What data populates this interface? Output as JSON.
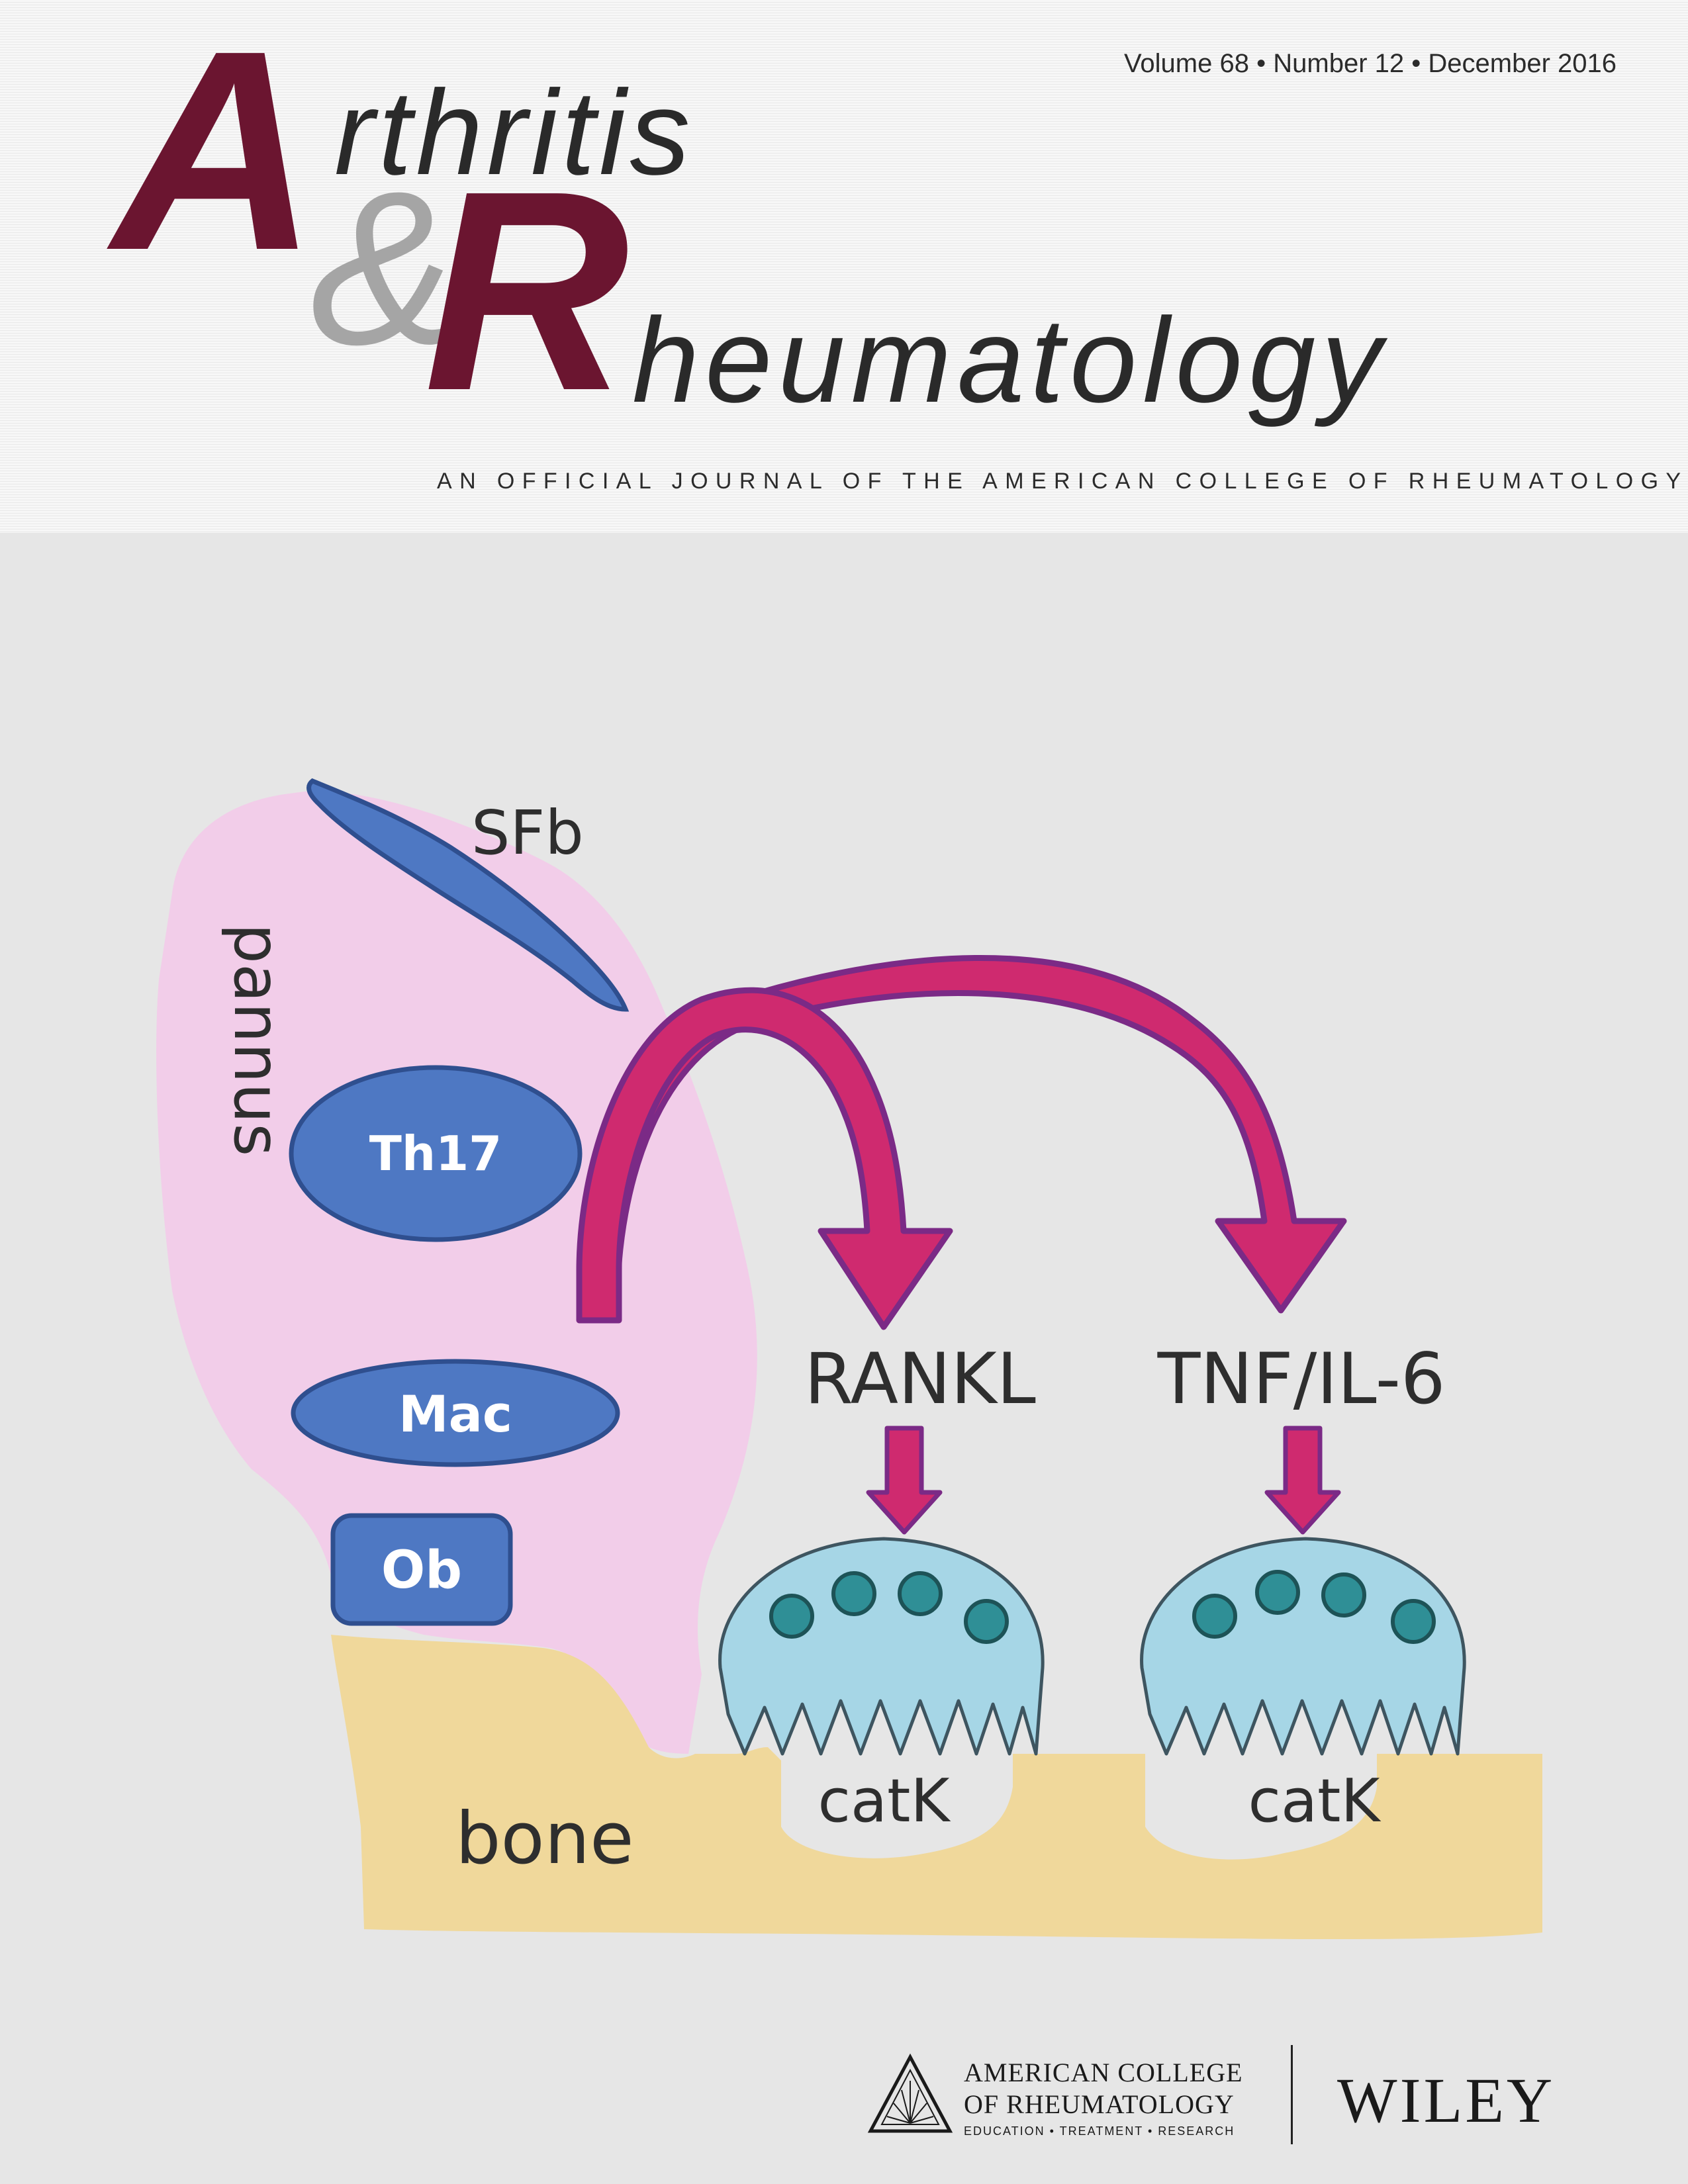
{
  "issue": {
    "volume": "Volume 68",
    "number": "Number 12",
    "date": "December 2016",
    "separator": "•"
  },
  "journal": {
    "logo_a": "A",
    "word1": "rthritis",
    "ampersand": "&",
    "logo_r": "R",
    "word2": "heumatology",
    "tagline": "AN OFFICIAL JOURNAL OF THE AMERICAN COLLEGE OF RHEUMATOLOGY"
  },
  "diagram": {
    "labels": {
      "sfb": "SFb",
      "pannus": "pannus",
      "th17": "Th17",
      "mac": "Mac",
      "ob": "Ob",
      "rankl": "RANKL",
      "tnf_il6": "TNF/IL-6",
      "catk_left": "catK",
      "catk_right": "catK",
      "bone": "bone"
    },
    "colors": {
      "background": "#e6e6e6",
      "pannus": "#f2cde9",
      "cell": "#4e78c3",
      "cell_outline": "#2f4f8f",
      "arrow": "#cf2a6f",
      "arrow_outline": "#7b2a86",
      "osteoclast": "#a6d6e6",
      "nucleus": "#2f8f96",
      "bone": "#f0d89b"
    }
  },
  "footer": {
    "acr_line1": "AMERICAN COLLEGE",
    "acr_line2": "OF RHEUMATOLOGY",
    "acr_line3": "EDUCATION • TREATMENT • RESEARCH",
    "publisher": "WILEY"
  },
  "colors": {
    "logo_maroon": "#6b1530",
    "logo_gray": "#a5a5a5"
  },
  "icons": [
    "acr-triangle-logo-icon"
  ]
}
